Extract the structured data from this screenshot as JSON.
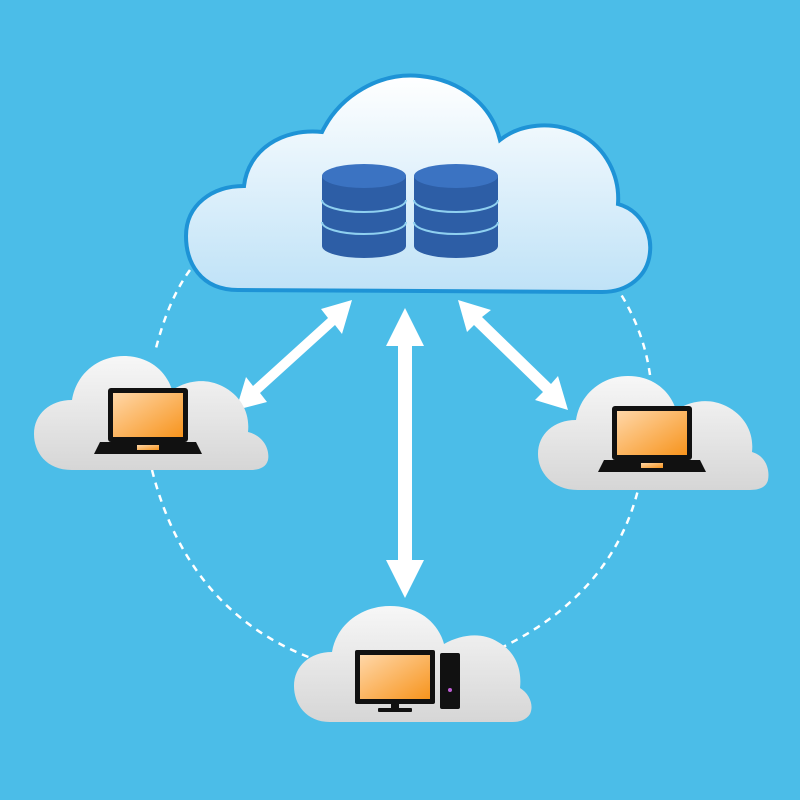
{
  "diagram": {
    "type": "cloud-network",
    "colors": {
      "background": "#4BBDE8",
      "main_cloud_outline": "#1E93D6",
      "main_cloud_fill_top": "#FFFFFF",
      "main_cloud_fill_bottom": "#BFE2F7",
      "client_cloud_fill_top": "#F7F7F7",
      "client_cloud_fill_bottom": "#D6D6D6",
      "database": "#2D5EA6",
      "database_top": "#3B73C2",
      "database_line": "#8FD0F0",
      "arrow": "#FFFFFF",
      "connection": "#FFFFFF",
      "screen_orange_light": "#FFD7A8",
      "screen_orange_dark": "#F7941D",
      "device_body": "#111111"
    },
    "central_node": {
      "shape": "cloud",
      "icon": "database-icon",
      "database_count": 2
    },
    "client_nodes": [
      {
        "id": "left",
        "shape": "cloud",
        "icon": "laptop-icon"
      },
      {
        "id": "right",
        "shape": "cloud",
        "icon": "laptop-icon"
      },
      {
        "id": "bottom",
        "shape": "cloud",
        "icon": "desktop-computer-icon"
      }
    ],
    "links": [
      {
        "from": "central",
        "to": "left",
        "style": "double-arrow"
      },
      {
        "from": "central",
        "to": "bottom",
        "style": "double-arrow"
      },
      {
        "from": "central",
        "to": "right",
        "style": "double-arrow"
      },
      {
        "from": "central",
        "to": "left",
        "style": "dashed-curve"
      },
      {
        "from": "left",
        "to": "bottom",
        "style": "dashed-curve"
      },
      {
        "from": "bottom",
        "to": "right",
        "style": "dashed-curve"
      },
      {
        "from": "right",
        "to": "central",
        "style": "dashed-curve"
      }
    ]
  }
}
